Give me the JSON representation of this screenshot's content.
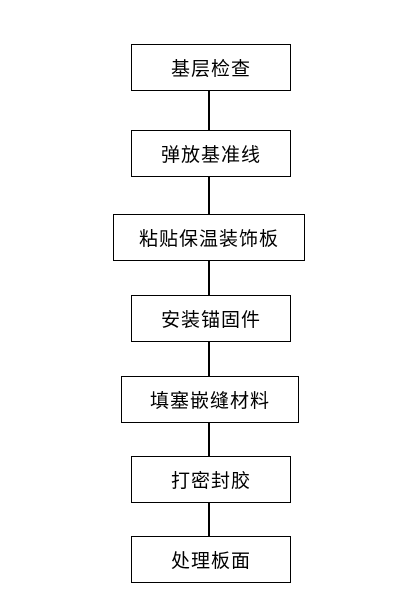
{
  "flowchart": {
    "steps": [
      {
        "label": "基层检查"
      },
      {
        "label": "弹放基准线"
      },
      {
        "label": "粘贴保温装饰板"
      },
      {
        "label": "安装锚固件"
      },
      {
        "label": "填塞嵌缝材料"
      },
      {
        "label": "打密封胶"
      },
      {
        "label": "处理板面"
      }
    ]
  },
  "colors": {
    "line": "#000000",
    "box_fill": "#ffffff",
    "text": "#000000"
  }
}
